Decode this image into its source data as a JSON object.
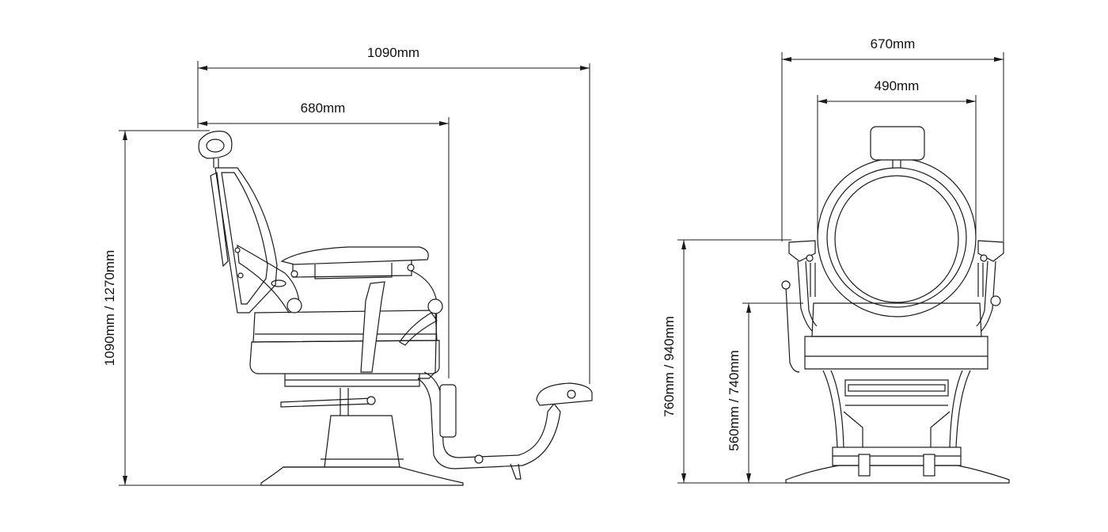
{
  "side_view": {
    "overall_length": "1090mm",
    "seat_depth": "680mm",
    "height": "1090mm  /  1270mm"
  },
  "front_view": {
    "overall_width": "670mm",
    "seat_width": "490mm",
    "armrest_height": "760mm  /  940mm",
    "seat_height": "560mm  /  740mm"
  }
}
